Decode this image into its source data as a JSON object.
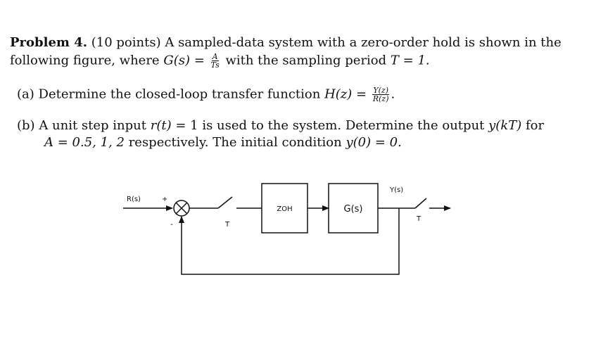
{
  "problem": {
    "heading": "Problem 4.",
    "points": "(10 points)",
    "intro_1": "A sampled-data system with a zero-order hold is shown in the",
    "intro_2a": "following figure, where",
    "G_expr_left": "G(s) =",
    "G_num": "A",
    "G_den": "Ts",
    "intro_2b": "with the sampling period",
    "T_expr": "T = 1."
  },
  "part_a": {
    "label": "(a)",
    "text": "Determine the closed-loop transfer function",
    "expr": "H(z) =",
    "num": "Y(z)",
    "den": "R(z)",
    "end": "."
  },
  "part_b": {
    "label": "(b)",
    "text_1a": "A unit step input",
    "rt": "r(t)",
    "text_1b": "= 1 is used to the system. Determine the output",
    "ykt": "y(kT)",
    "text_1c": "for",
    "text_2a": "A = 0.5, 1, 2",
    "text_2b": "respectively. The initial condition",
    "y0": "y(0) = 0."
  },
  "diagram": {
    "input_label": "R(s)",
    "plus_sign": "+",
    "minus_sign": "-",
    "switch1_label": "T",
    "zoh_label": "ZOH",
    "plant_label": "G(s)",
    "output_label": "Y(s)",
    "switch2_label": "T"
  }
}
